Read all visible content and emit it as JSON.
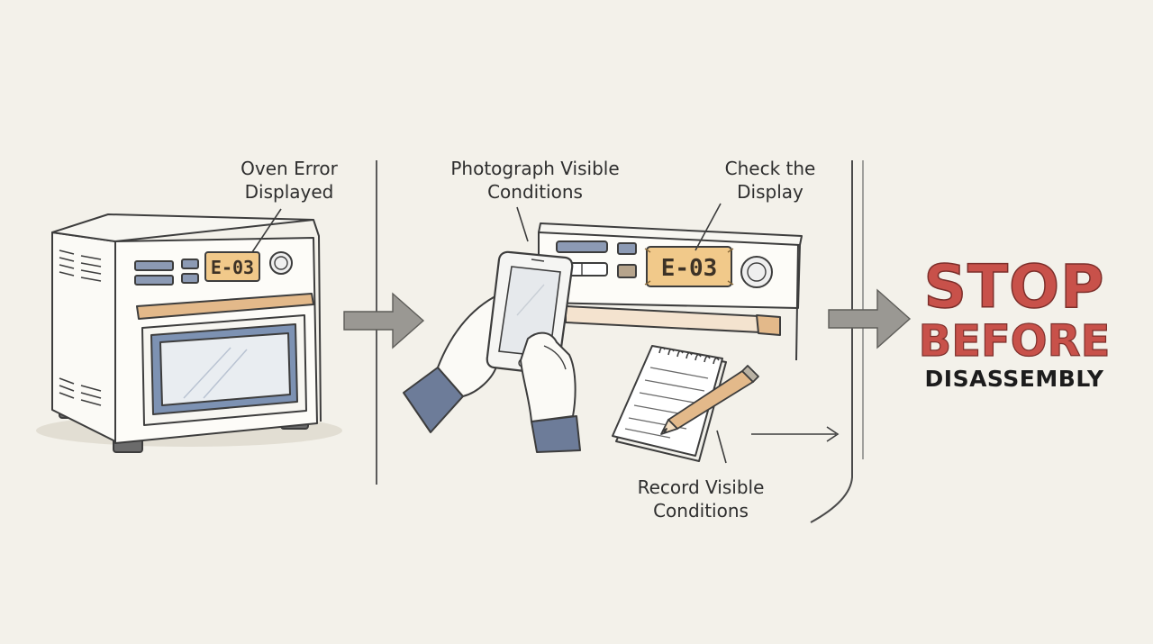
{
  "steps": {
    "oven_error": {
      "line1": "Oven Error",
      "line2": "Displayed"
    },
    "photograph": {
      "line1": "Photograph Visible",
      "line2": "Conditions"
    },
    "check_display": {
      "line1": "Check the",
      "line2": "Display"
    },
    "record": {
      "line1": "Record Visible",
      "line2": "Conditions"
    }
  },
  "display": {
    "error_code": "E-03"
  },
  "warning": {
    "line1": "STOP",
    "line2": "BEFORE",
    "line3": "DISASSEMBLY"
  },
  "colors": {
    "background": "#f3f1ea",
    "warning_red": "#c8514a",
    "display_amber": "#f1c98a",
    "window_blue": "#7d92b3",
    "handle_tan": "#e3b98a",
    "sleeve_blue": "#6d7c99"
  },
  "icons": {
    "oven": "toaster-oven-icon",
    "phone": "smartphone-icon",
    "notepad": "spiral-notepad-icon",
    "pencil": "pencil-icon",
    "arrow": "right-arrow-icon"
  }
}
